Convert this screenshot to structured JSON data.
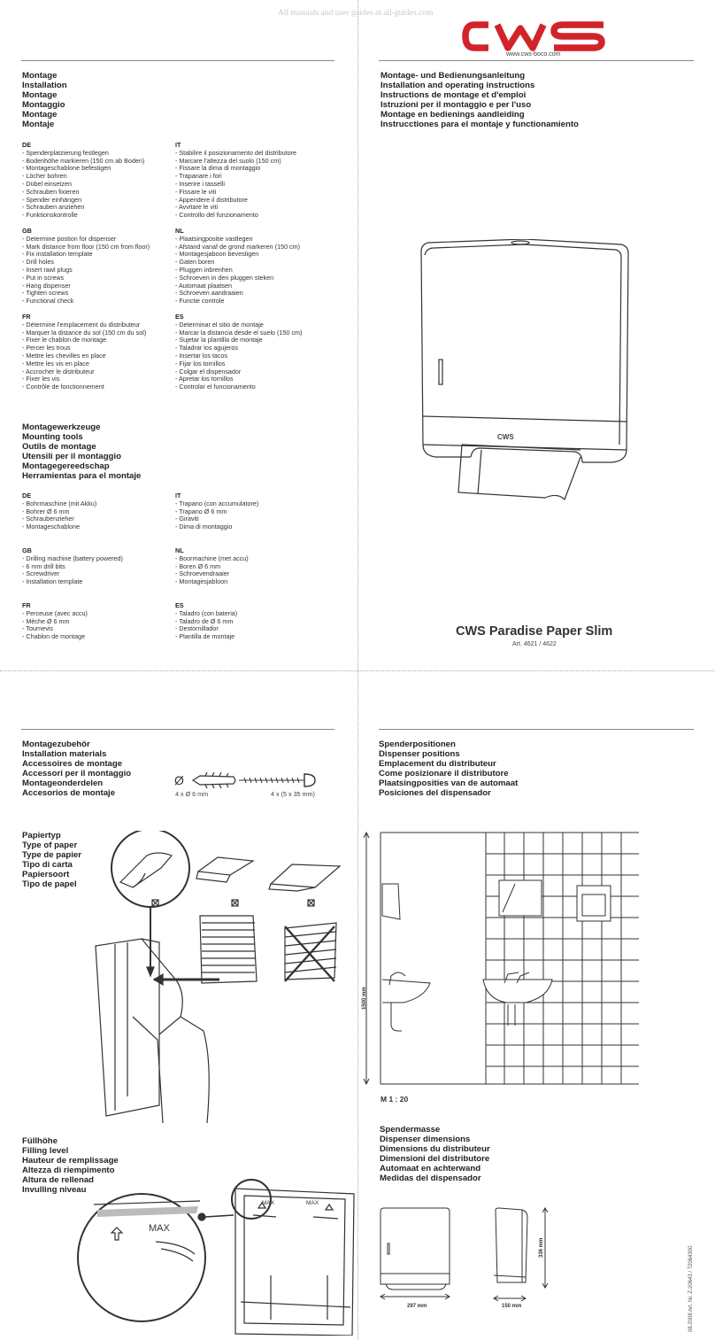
{
  "watermark": "All manuals and user guides at all-guides.com",
  "brand": {
    "logo": "CWS",
    "url": "www.cws-boco.com",
    "color": "#d2232a"
  },
  "p1_left": {
    "title_lines": [
      "Montage",
      "Installation",
      "Montage",
      "Montaggio",
      "Montage",
      "Montaje"
    ],
    "blocks": [
      {
        "lang": "DE",
        "items": [
          "Spenderplatzierung festlegen",
          "Bodenhöhe markieren (150 cm ab Boden)",
          "Montageschablone befestigen",
          "Löcher bohren",
          "Dübel einsetzen",
          "Schrauben fixieren",
          "Spender einhängen",
          "Schrauben anziehen",
          "Funktionskontrolle"
        ]
      },
      {
        "lang": "IT",
        "items": [
          "Stabilire il posizionamento del distributore",
          "Marcare l'altezza del suolo (150 cm)",
          "Fissare la dima di montaggio",
          "Trapanare i fori",
          "Inserire i tasselli",
          "Fissare le viti",
          "Appendere il distributore",
          "Avvitare le viti",
          "Controllo del funzionamento"
        ]
      },
      {
        "lang": "GB",
        "items": [
          "Determine postion for dispenser",
          "Mark distance from floor (150 cm from floor)",
          "Fix installation template",
          "Drill holes",
          "Insert rawl plugs",
          "Put in screws",
          "Hang dispenser",
          "Tighten screws",
          "Functional check"
        ]
      },
      {
        "lang": "NL",
        "items": [
          "Plaatsingpositie vastlegen",
          "Afstand vanaf de grond markeren (150 cm)",
          "Montagesjaboon bevestigen",
          "Gaten boren",
          "Pluggen inbrenhen",
          "Schroeven in den pluggen steken",
          "Automaat plaatsen",
          "Schroeven aandraaien",
          "Functie controle"
        ]
      },
      {
        "lang": "FR",
        "items": [
          "Détermine l'emplacement du distributeur",
          "Marquer la distance du sol (150 cm du sol)",
          "Fixer le chablon de montage",
          "Percer les trous",
          "Mettre les chevilles en place",
          "Mettre les vis en place",
          "Accrocher le distributeur",
          "Fixer les vis",
          "Contrôle de fonctionnement"
        ]
      },
      {
        "lang": "ES",
        "items": [
          "Determinar el sitio de montaje",
          "Marcar la distancia desde el suelo (150 cm)",
          "Sujetar la plantilla de montaje",
          "Taladrar los agujeros",
          "Insertar los tacos",
          "Fijar los tornillos",
          "Colgar el dispensador",
          "Apretar los tornillos",
          "Controlar el funcionamento"
        ]
      }
    ],
    "tools_title_lines": [
      "Montagewerkzeuge",
      "Mounting tools",
      "Outils de montage",
      "Utensili per il montaggio",
      "Montagegereedschap",
      "Herramientas para el montaje"
    ],
    "tools_blocks": [
      {
        "lang": "DE",
        "items": [
          "Bohrmaschine (mit Akku)",
          "Bohrer Ø 6 mm",
          "Schraubenzieher",
          "Montageschablone"
        ]
      },
      {
        "lang": "IT",
        "items": [
          "Trapano (con accumulatore)",
          "Trapano Ø 6 mm",
          "Giraviti",
          "Dima di montaggio"
        ]
      },
      {
        "lang": "GB",
        "items": [
          "Drilling machine (battery powered)",
          "6 mm drill bits",
          "Screwdriver",
          "Installation template"
        ]
      },
      {
        "lang": "NL",
        "items": [
          "Boormachine (met accu)",
          "Boren Ø 6 mm",
          "Schroevendraaier",
          "Montagesjabloon"
        ]
      },
      {
        "lang": "FR",
        "items": [
          "Perceuse (avec accu)",
          "Mèche Ø 6 mm",
          "Tournevis",
          "Chablon de montage"
        ]
      },
      {
        "lang": "ES",
        "items": [
          "Taladro (con bateria)",
          "Taladro de  Ø 6 mm",
          "Destornillador",
          "Plantilla de montaje"
        ]
      }
    ]
  },
  "p1_right": {
    "title_lines": [
      "Montage- und Bedienungsanleitung",
      "Installation and operating instructions",
      "Instructions de montage et d'emploi",
      "Istruzioni per il montaggio e per l'uso",
      "Montage en bedienings aandleiding",
      "Instrucctiones para el montaje y functionamiento"
    ],
    "dispenser_logo": "CWS",
    "product_name": "CWS Paradise Paper Slim",
    "article": "Art. 4621 / 4622"
  },
  "p2_left": {
    "materials_title_lines": [
      "Montagezubehör",
      "Installation materials",
      "Accessoires de montage",
      "Accessori per il montaggio",
      "Montageonderdelen",
      "Accesorios de montaje"
    ],
    "plug_label": "4 x Ø 6 mm",
    "screw_label": "4 x (5 x 35 mm)",
    "diameter_symbol": "Ø",
    "paper_title_lines": [
      "Papiertyp",
      "Type of paper",
      "Type de papier",
      "Tipo di carta",
      "Papiersoort",
      "Tipo de papel"
    ],
    "fill_title_lines": [
      "Füllhöhe",
      "Filling level",
      "Hauteur de remplissage",
      "Altezza di riempimento",
      "Altura de rellenad",
      "Invulling niveau"
    ],
    "max_label": "MAX"
  },
  "p2_right": {
    "positions_title_lines": [
      "Spenderpositionen",
      "Dispenser positions",
      "Emplacement du distributeur",
      "Come posizionare il distributore",
      "Plaatsingposities van de automaat",
      "Posiciones del dispensador"
    ],
    "height_label": "1500 mm",
    "scale": "M 1 : 20",
    "dims_title_lines": [
      "Spendermasse",
      "Dispenser dimensions",
      "Dimensions du distributeur",
      "Dimensioni del distributore",
      "Automaat en achterwand",
      "Medidas del dispensador"
    ],
    "width_label": "297 mm",
    "depth_label": "150 mm",
    "height_dim_label": "336 mm",
    "doc_code": "08.2008 Art. Nr. Z-20643 / 72064300"
  }
}
